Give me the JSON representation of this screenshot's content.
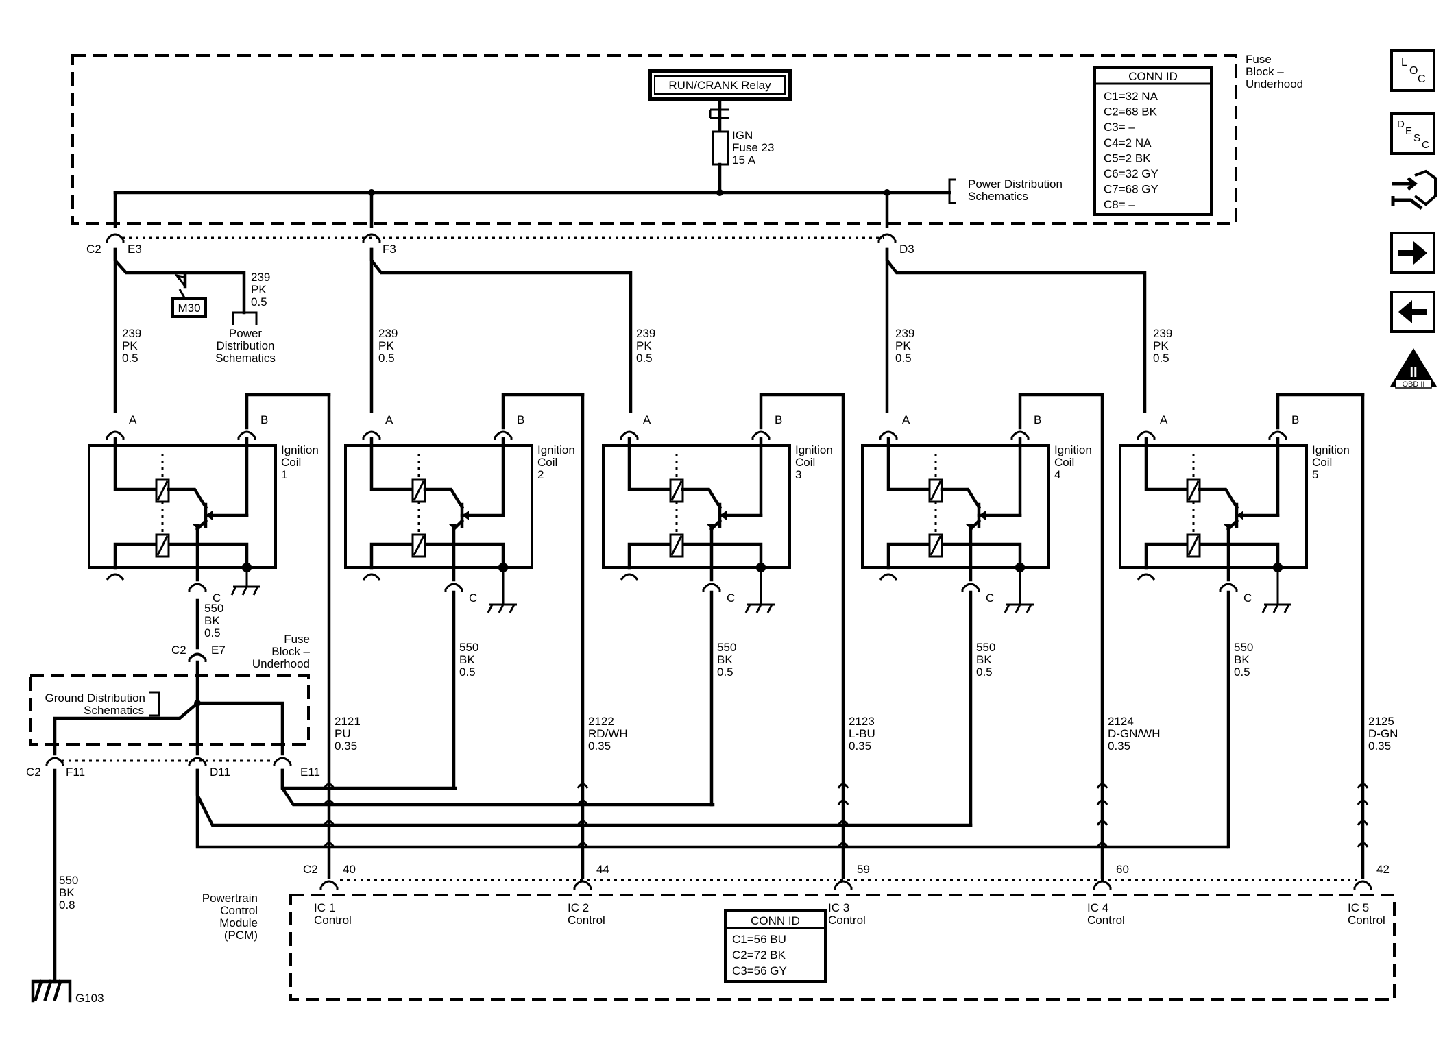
{
  "fuse_block": {
    "title": [
      "Fuse",
      "Block –",
      "Underhood"
    ],
    "relay": "RUN/CRANK Relay",
    "fuse": [
      "IGN",
      "Fuse 23",
      "15 A"
    ],
    "power_dist": [
      "Power Distribution",
      "Schematics"
    ]
  },
  "conn_id_top": {
    "title": "CONN ID",
    "rows": [
      "C1=32 NA",
      "C2=68 BK",
      "C3= –",
      "C4=2 NA",
      "C5=2 BK",
      "C6=32 GY",
      "C7=68 GY",
      "C8= –"
    ]
  },
  "branch": {
    "m30": "M30",
    "wire": [
      "239",
      "PK",
      "0.5"
    ],
    "power_dist": [
      "Power",
      "Distribution",
      "Schematics"
    ]
  },
  "top_connectors": [
    {
      "conn": "C2",
      "pin": "E3"
    },
    {
      "conn": "",
      "pin": "F3"
    },
    {
      "conn": "",
      "pin": "D3"
    }
  ],
  "feed_wire": [
    "239",
    "PK",
    "0.5"
  ],
  "coils": [
    {
      "name": [
        "Ignition",
        "Coil",
        "1"
      ],
      "pin_a": "A",
      "pin_b": "B",
      "pin_c": "C",
      "gnd_wire": [
        "550",
        "BK",
        "0.5"
      ],
      "ctrl_wire": [
        "2121",
        "PU",
        "0.35"
      ],
      "pcm_pin": "40",
      "pcm_label": [
        "IC 1",
        "Control"
      ]
    },
    {
      "name": [
        "Ignition",
        "Coil",
        "2"
      ],
      "pin_a": "A",
      "pin_b": "B",
      "pin_c": "C",
      "gnd_wire": [
        "550",
        "BK",
        "0.5"
      ],
      "ctrl_wire": [
        "2122",
        "RD/WH",
        "0.35"
      ],
      "pcm_pin": "44",
      "pcm_label": [
        "IC 2",
        "Control"
      ]
    },
    {
      "name": [
        "Ignition",
        "Coil",
        "3"
      ],
      "pin_a": "A",
      "pin_b": "B",
      "pin_c": "C",
      "gnd_wire": [
        "550",
        "BK",
        "0.5"
      ],
      "ctrl_wire": [
        "2123",
        "L-BU",
        "0.35"
      ],
      "pcm_pin": "59",
      "pcm_label": [
        "IC 3",
        "Control"
      ]
    },
    {
      "name": [
        "Ignition",
        "Coil",
        "4"
      ],
      "pin_a": "A",
      "pin_b": "B",
      "pin_c": "C",
      "gnd_wire": [
        "550",
        "BK",
        "0.5"
      ],
      "ctrl_wire": [
        "2124",
        "D-GN/WH",
        "0.35"
      ],
      "pcm_pin": "60",
      "pcm_label": [
        "IC 4",
        "Control"
      ]
    },
    {
      "name": [
        "Ignition",
        "Coil",
        "5"
      ],
      "pin_a": "A",
      "pin_b": "B",
      "pin_c": "C",
      "gnd_wire": [
        "550",
        "BK",
        "0.5"
      ],
      "ctrl_wire": [
        "2125",
        "D-GN",
        "0.35"
      ],
      "pcm_pin": "42",
      "pcm_label": [
        "IC 5",
        "Control"
      ]
    }
  ],
  "fuse_block_2": {
    "title": [
      "Fuse",
      "Block –",
      "Underhood"
    ],
    "c2": "C2",
    "e7": "E7",
    "ground_dist": [
      "Ground Distribution",
      "Schematics"
    ],
    "c2b": "C2",
    "f11": "F11",
    "d11": "D11",
    "e11": "E11"
  },
  "ground": {
    "wire": [
      "550",
      "BK",
      "0.8"
    ],
    "id": "G103"
  },
  "pcm": {
    "title": [
      "Powertrain",
      "Control",
      "Module",
      "(PCM)"
    ],
    "conn": "C2",
    "conn_id_title": "CONN ID",
    "conn_id_rows": [
      "C1=56 BU",
      "C2=72 BK",
      "C3=56 GY"
    ]
  },
  "nav": {
    "loc": [
      "L",
      "O",
      "C"
    ],
    "desc": [
      "D",
      "E",
      "S",
      "C"
    ],
    "obd": [
      "II",
      "OBD II"
    ]
  }
}
